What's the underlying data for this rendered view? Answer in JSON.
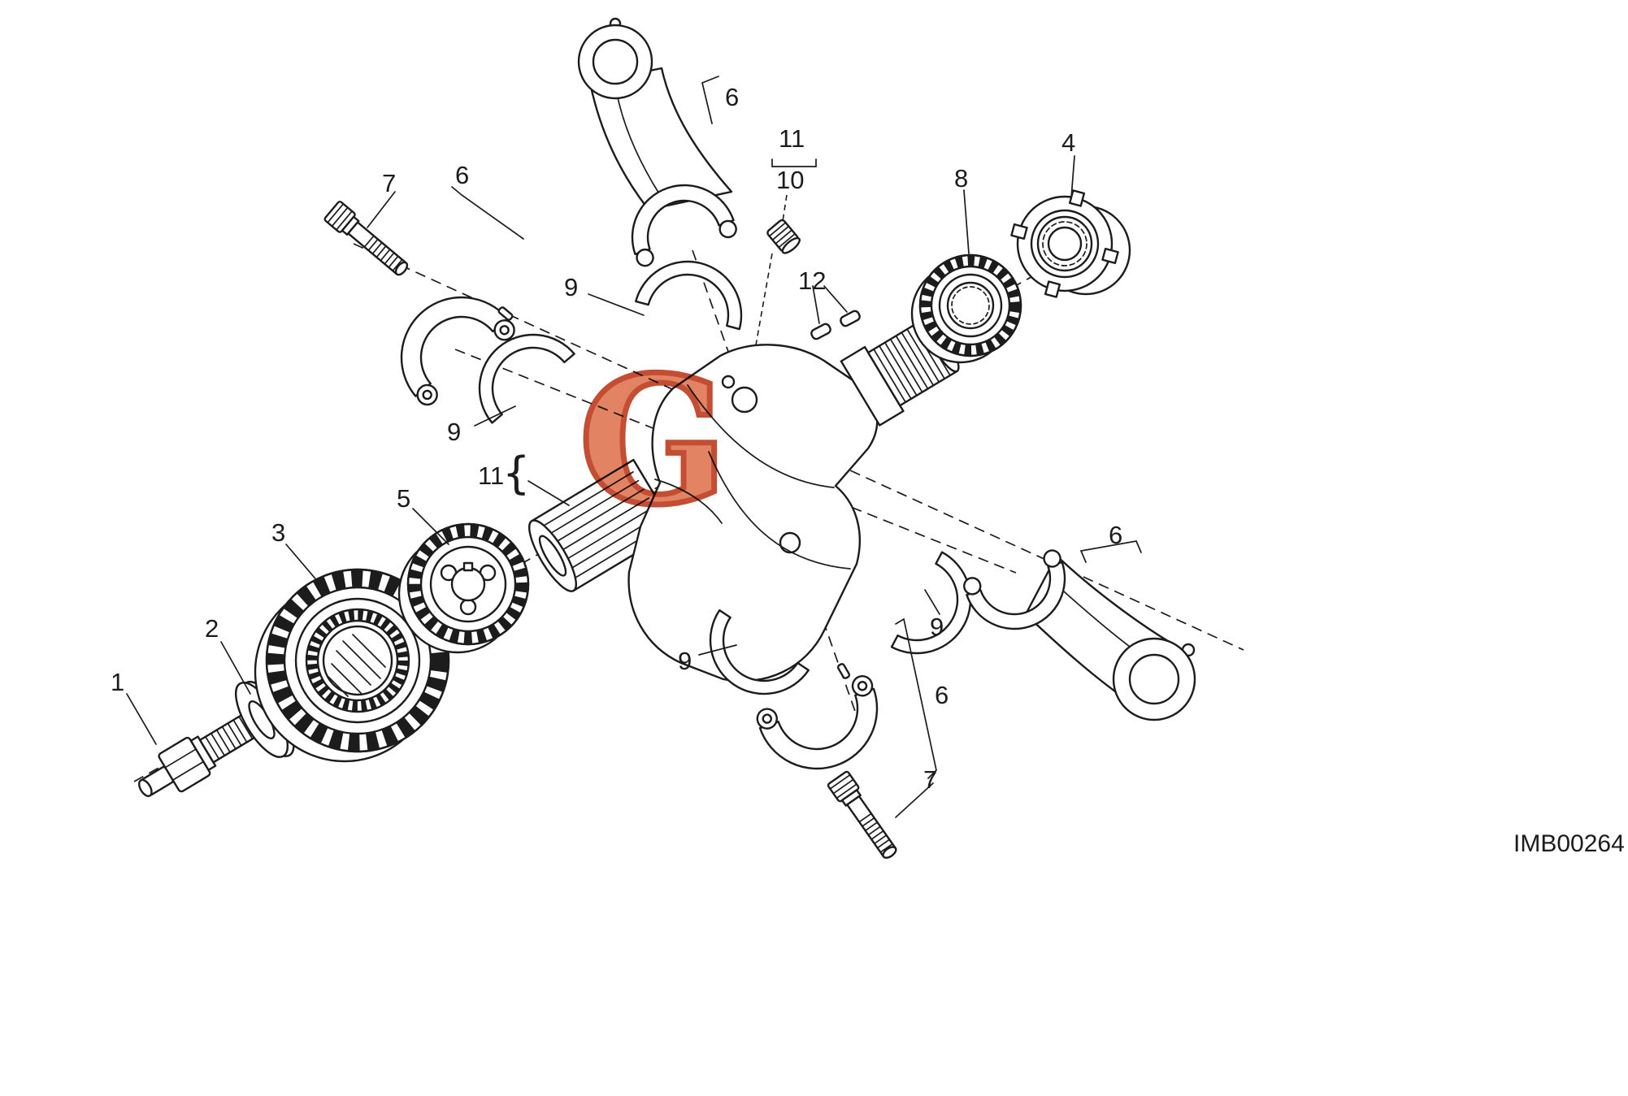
{
  "diagram": {
    "code": "IMB00264",
    "watermark_letter": "G",
    "brace": "{",
    "background": "#ffffff",
    "line_color": "#1c1c1c",
    "watermark_fill": "#e07a57",
    "watermark_stroke": "#bf3f22"
  },
  "callouts": [
    {
      "label": "6"
    },
    {
      "label": "7"
    },
    {
      "label": "6"
    },
    {
      "label": "11"
    },
    {
      "label": "10"
    },
    {
      "label": "4"
    },
    {
      "label": "8"
    },
    {
      "label": "9"
    },
    {
      "label": "12"
    },
    {
      "label": "9"
    },
    {
      "label": "11"
    },
    {
      "label": "5"
    },
    {
      "label": "3"
    },
    {
      "label": "2"
    },
    {
      "label": "1"
    },
    {
      "label": "9"
    },
    {
      "label": "9"
    },
    {
      "label": "6"
    },
    {
      "label": "6"
    },
    {
      "label": "7"
    }
  ]
}
